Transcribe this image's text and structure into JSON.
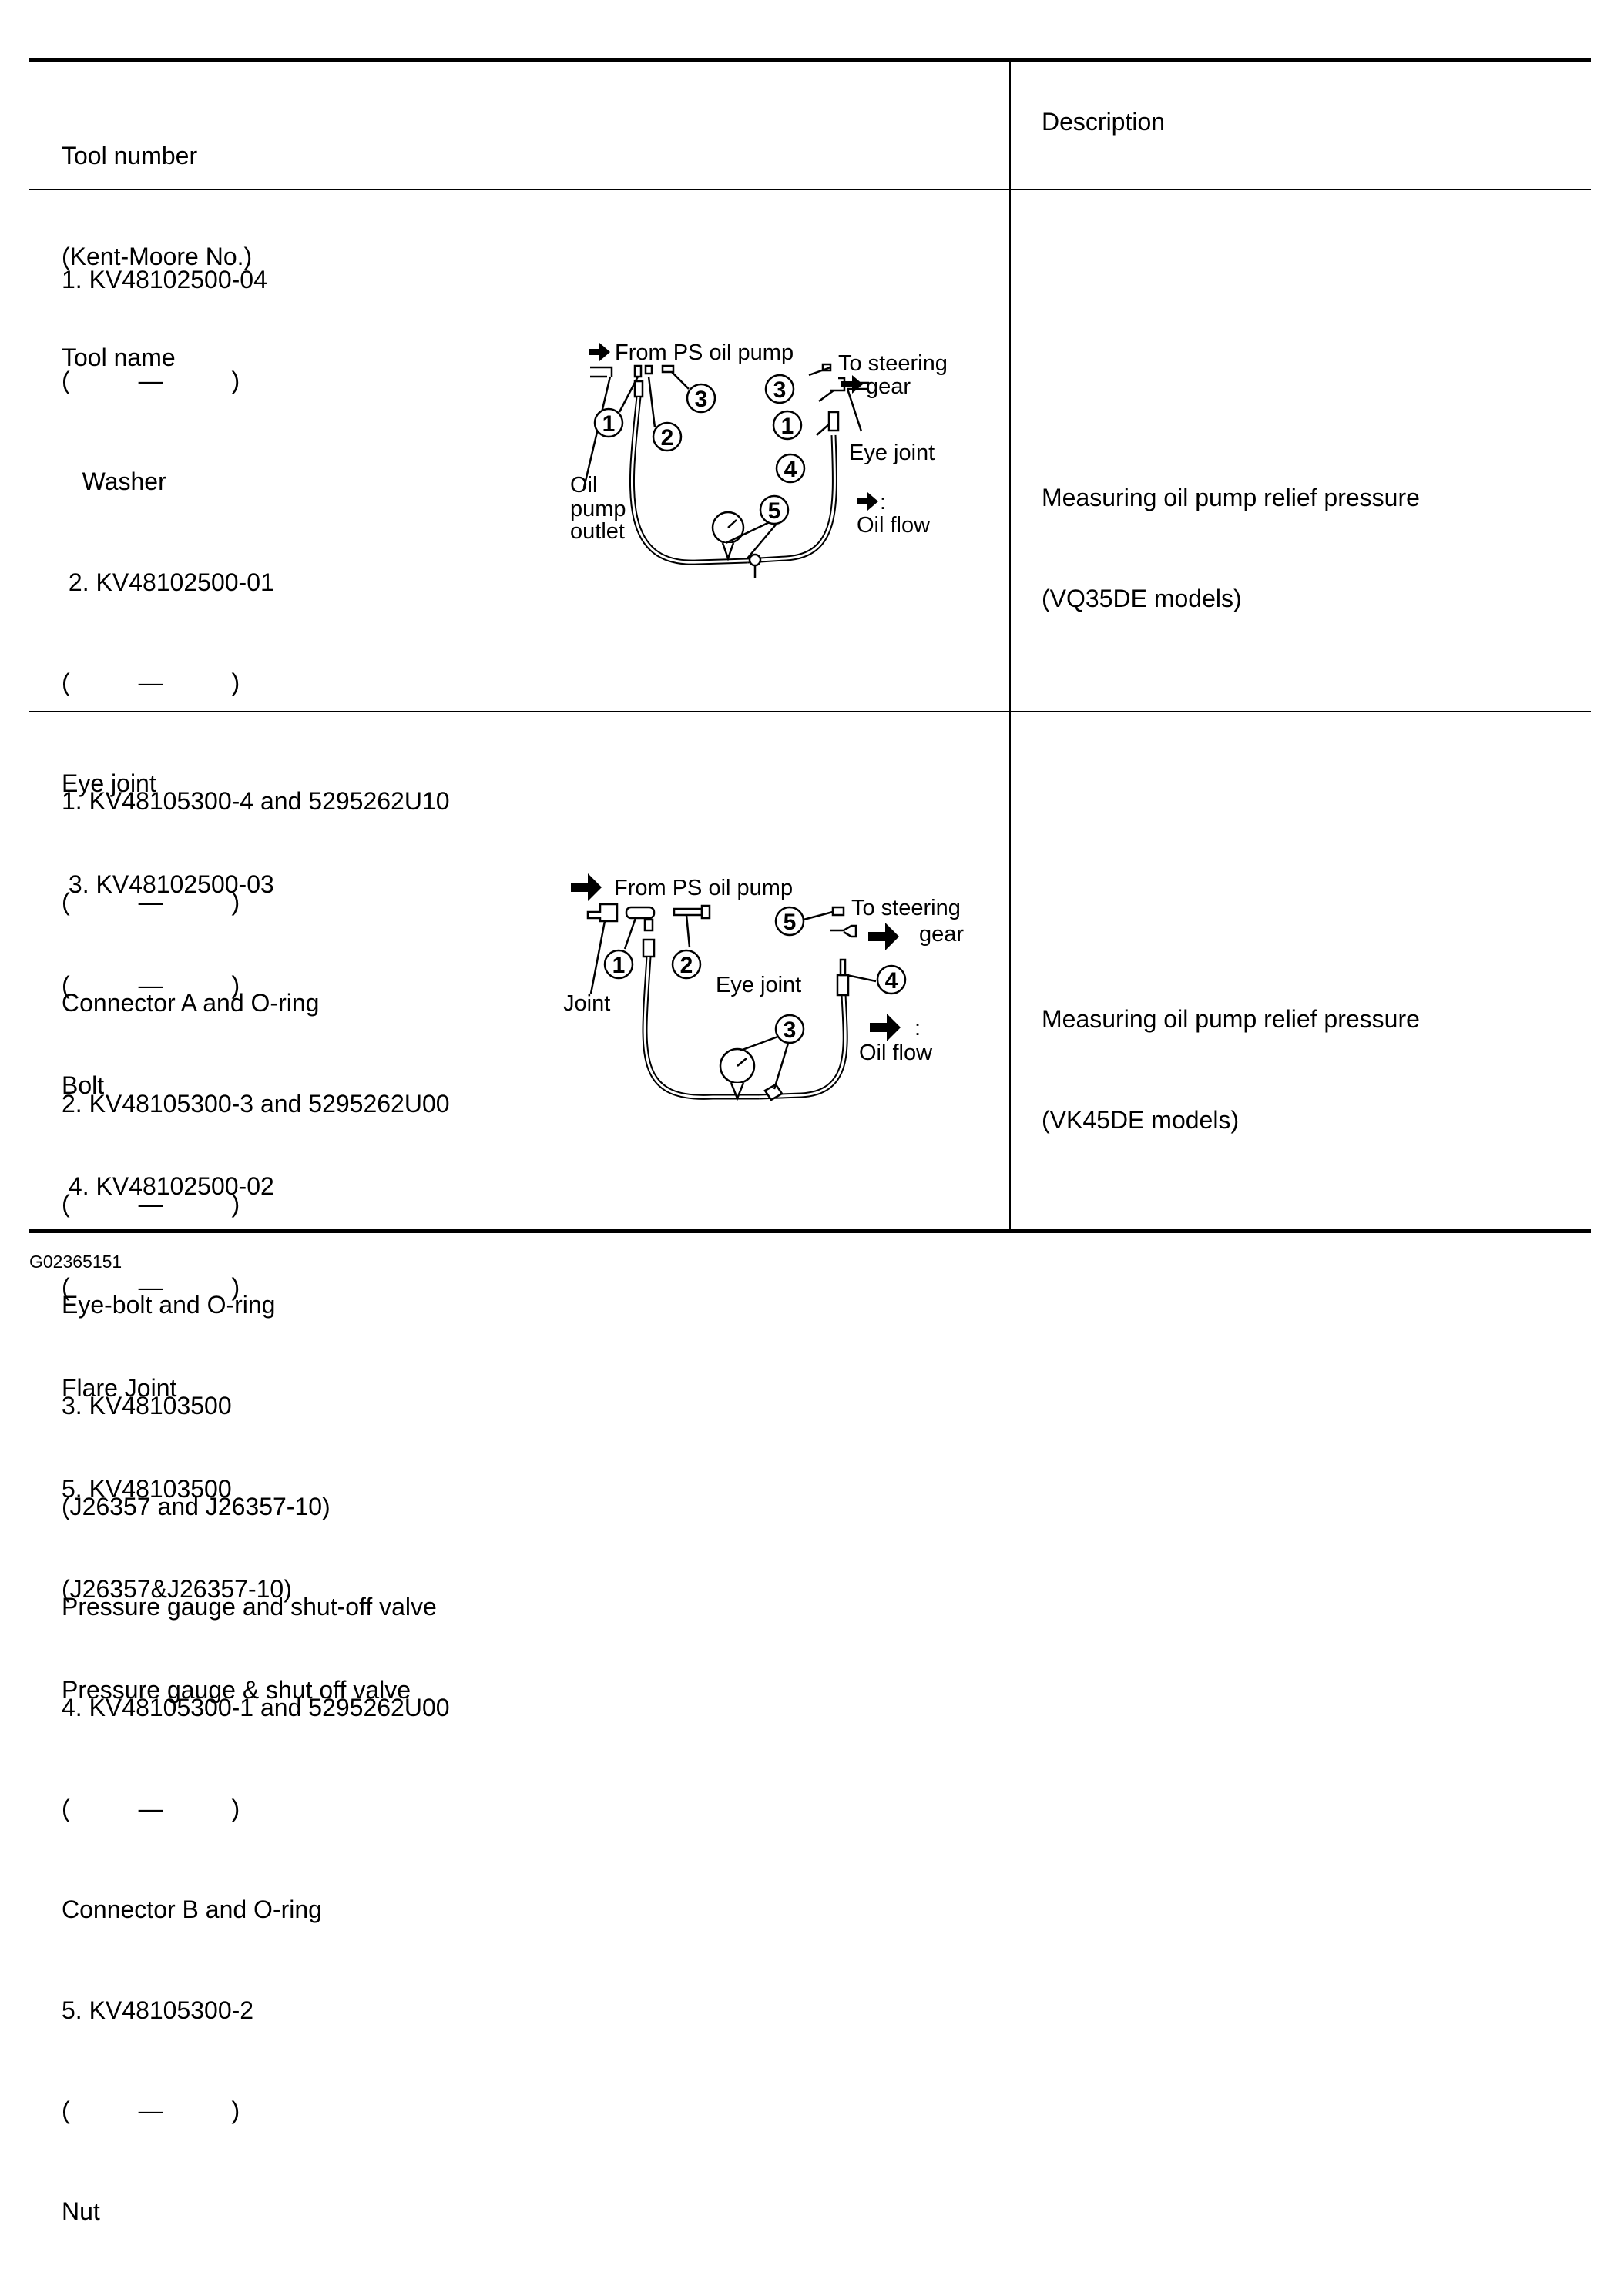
{
  "header": {
    "left_lines": [
      "Tool number",
      "(Kent-Moore No.)",
      "Tool name"
    ],
    "right": "Description"
  },
  "rows": [
    {
      "left_lines": [
        "1. KV48102500-04",
        "(          —          )",
        "   Washer",
        " 2. KV48102500-01",
        "(          —          )",
        "Eye joint",
        " 3. KV48102500-03",
        "(          —          )",
        "Bolt",
        " 4. KV48102500-02",
        "(          —          )",
        "Flare Joint",
        "5. KV48103500",
        "(J26357&J26357-10)",
        "Pressure gauge & shut off valve"
      ],
      "figure": {
        "from_label": "From PS oil pump",
        "to_label_1": "To steering",
        "to_label_2": "gear",
        "eye_joint": "Eye joint",
        "oil_1": "Oil",
        "oil_2": "pump",
        "oil_3": "outlet",
        "colon": ":",
        "oil_flow": "Oil flow",
        "n1": "1",
        "n2": "2",
        "n3": "3",
        "n4": "4",
        "n5": "5"
      },
      "description_lines": [
        "Measuring oil pump relief pressure",
        "(VQ35DE models)"
      ]
    },
    {
      "left_lines": [
        "1. KV48105300-4 and 5295262U10",
        "(          —          )",
        "Connector A and O-ring",
        "2. KV48105300-3 and 5295262U00",
        "(          —          )",
        "Eye-bolt and O-ring",
        "3. KV48103500",
        "(J26357 and J26357-10)",
        "Pressure gauge and shut-off valve",
        "4. KV48105300-1 and 5295262U00",
        "(          —          )",
        "Connector B and O-ring",
        "5. KV48105300-2",
        "(          —          )",
        "Nut"
      ],
      "figure": {
        "from_label": "From PS oil pump",
        "to_label_1": "To steering",
        "to_label_2": "gear",
        "eye_joint": "Eye joint",
        "joint": "Joint",
        "colon": ":",
        "oil_flow": "Oil flow",
        "n1": "1",
        "n2": "2",
        "n3": "3",
        "n4": "4",
        "n5": "5"
      },
      "description_lines": [
        "Measuring oil pump relief pressure",
        "(VK45DE models)"
      ]
    }
  ],
  "footer": "G02365151"
}
